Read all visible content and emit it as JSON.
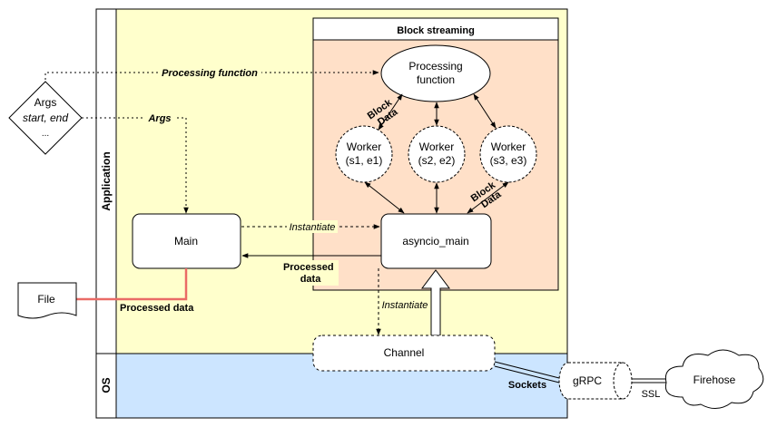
{
  "lanes": {
    "application": "Application",
    "os": "OS"
  },
  "block_streaming": {
    "title": "Block streaming"
  },
  "nodes": {
    "processing_function": {
      "line1": "Processing",
      "line2": "function"
    },
    "args": {
      "line1": "Args",
      "line2": "start, end",
      "line3": "..."
    },
    "worker1": {
      "line1": "Worker",
      "line2": "(s1, e1)"
    },
    "worker2": {
      "line1": "Worker",
      "line2": "(s2, e2)"
    },
    "worker3": {
      "line1": "Worker",
      "line2": "(s3, e3)"
    },
    "main": "Main",
    "asyncio_main": "asyncio_main",
    "file": "File",
    "channel": "Channel",
    "grpc": "gRPC",
    "firehose": "Firehose"
  },
  "edge_labels": {
    "processing_function": "Processing function",
    "args": "Args",
    "block_data_top_line1": "Block",
    "block_data_top_line2": "Data",
    "block_data_bottom_line1": "Block",
    "block_data_bottom_line2": "Data",
    "instantiate_main": "Instantiate",
    "processed_data_asyncio_line1": "Processed",
    "processed_data_asyncio_line2": "data",
    "processed_data_file": "Processed data",
    "instantiate_channel": "Instantiate",
    "sockets": "Sockets",
    "ssl": "SSL"
  },
  "colors": {
    "application_bg": "#ffffcc",
    "os_bg": "#cce5ff",
    "block_streaming_bg": "#ffe0c8",
    "file_link": "#ea6b66"
  }
}
